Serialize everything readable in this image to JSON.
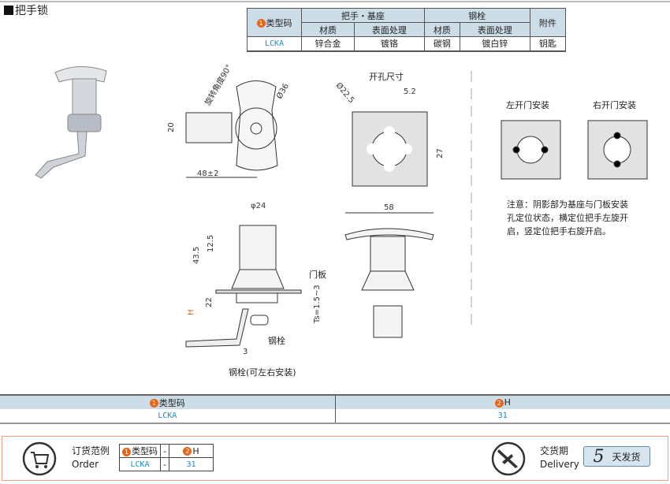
{
  "title": "把手锁",
  "spec_table": {
    "type_code": "类型码",
    "handle_base": "把手・基座",
    "bolt": "钢栓",
    "accessory": "附件",
    "material": "材质",
    "surface": "表面处理",
    "material2": "材质",
    "surface2": "表面处理",
    "row": {
      "code": "LCKA",
      "handle_material": "锌合金",
      "handle_surface": "镀铬",
      "bolt_material": "碳钢",
      "bolt_surface": "镀白锌",
      "accessory": "钥匙"
    }
  },
  "drawing": {
    "rotation": "旋转角度90°",
    "dia36": "Ø36",
    "dim20": "20",
    "dim48": "48±2",
    "hole_title": "开孔尺寸",
    "dia22": "Ø22.5",
    "dim52": "5.2",
    "dim27": "27",
    "left_install": "左开门安装",
    "right_install": "右开门安装",
    "note": [
      "注意：阴影部为基座与门板安装",
      "孔定位状态，横定位把手左旋开",
      "启，竖定位把手右旋开启。"
    ],
    "dia24": "φ24",
    "dim58": "58",
    "dim435": "43.5",
    "dim125": "12.5",
    "dim22": "22",
    "h": "H",
    "door_panel": "门板",
    "ts": "Ts=1.5~3",
    "bolt": "钢栓",
    "dim3": "3",
    "bolt_lr": "钢栓(可左右安装)"
  },
  "selection": {
    "col1": "类型码",
    "col2": "H",
    "code": "LCKA",
    "h": "31"
  },
  "order": {
    "label_cn": "订货范例",
    "label_en": "Order",
    "type_code": "类型码",
    "sep": "-",
    "h": "H",
    "code": "LCKA",
    "hval": "31"
  },
  "delivery": {
    "label_cn": "交货期",
    "label_en": "Delivery",
    "days": "5",
    "days_label": "天发货"
  },
  "colors": {
    "header_bg": "#cddde7",
    "accent": "#e8641b",
    "value_blue": "#1a8ad4"
  }
}
